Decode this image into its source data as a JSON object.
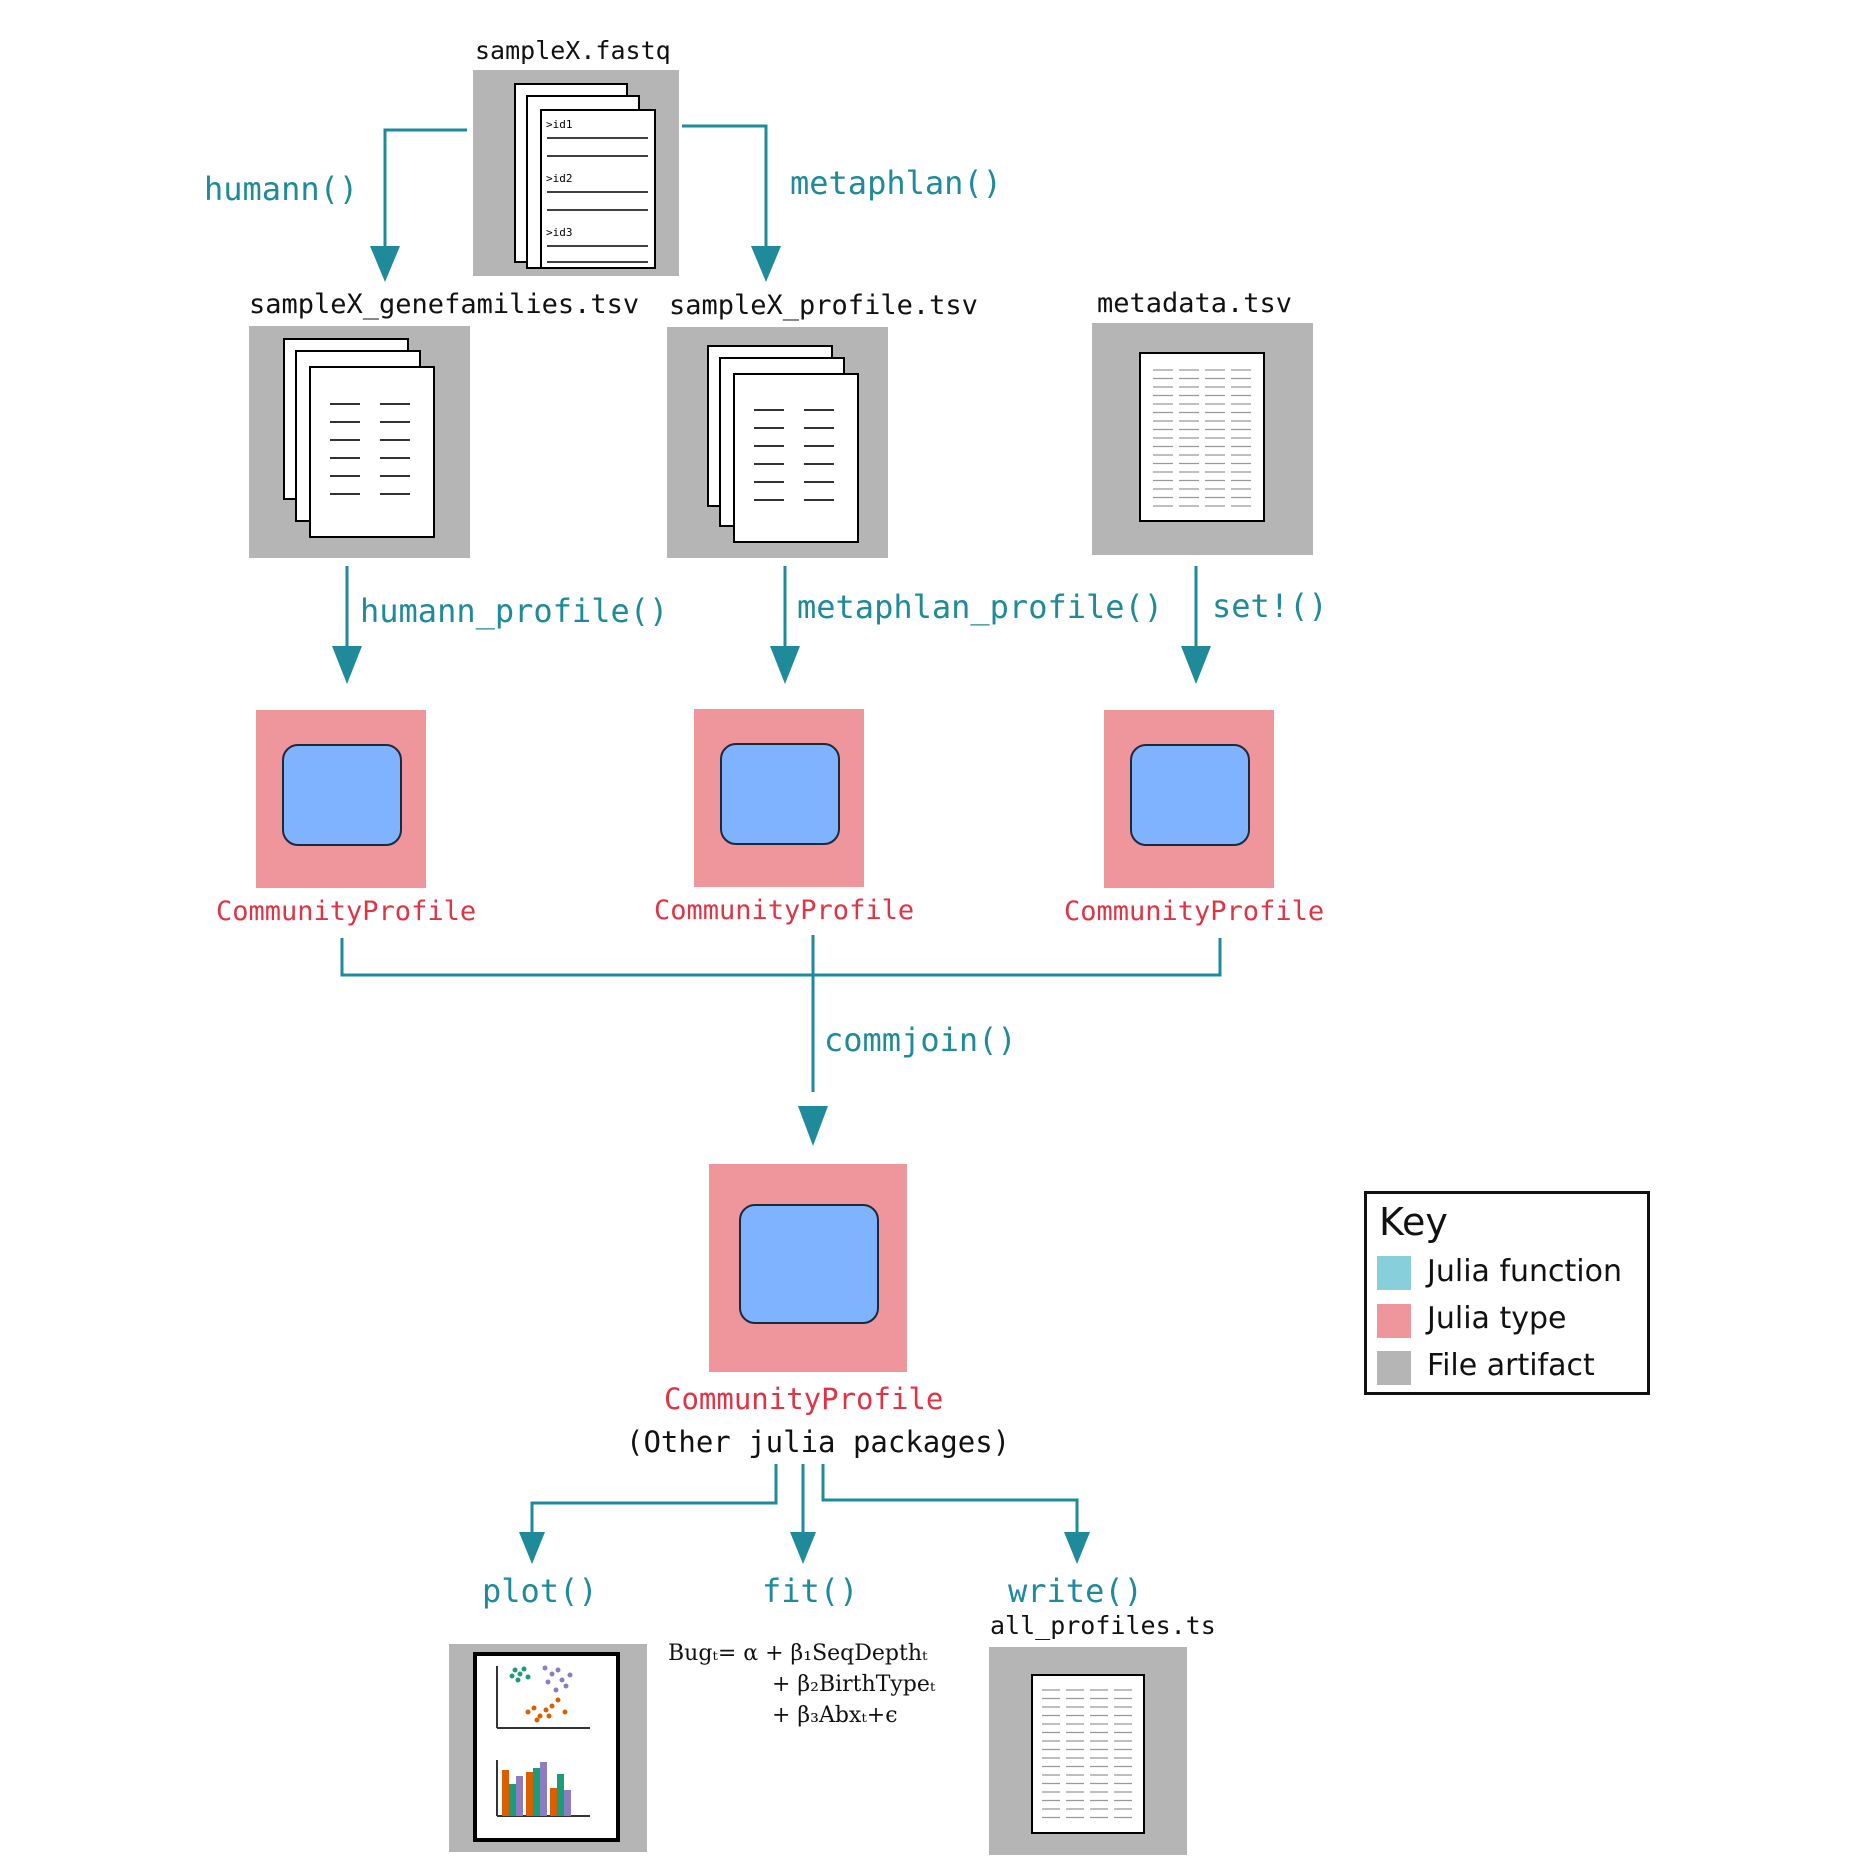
{
  "colors": {
    "function": "#1f8a99",
    "type": "#e03444",
    "type_fill": "#ee969b",
    "inner_fill": "#80b3ff",
    "file_fill": "#b5b5b5",
    "key_function": "#88cfdc"
  },
  "files": {
    "fastq": "sampleX.fastq",
    "genefamilies": "sampleX_genefamilies.tsv",
    "profile": "sampleX_profile.tsv",
    "metadata": "metadata.tsv",
    "all_profiles": "all_profiles.ts"
  },
  "fastq_ids": [
    ">id1",
    ">id2",
    ">id3"
  ],
  "functions": {
    "humann": "humann()",
    "metaphlan": "metaphlan()",
    "humann_profile": "humann_profile()",
    "metaphlan_profile": "metaphlan_profile()",
    "set": "set!()",
    "commjoin": "commjoin()",
    "plot": "plot()",
    "fit": "fit()",
    "write": "write()"
  },
  "types": {
    "cp1": "CommunityProfile",
    "cp2": "CommunityProfile",
    "cp3": "CommunityProfile",
    "cp_final": "CommunityProfile"
  },
  "other_packages": "(Other julia packages)",
  "equation": {
    "line1": "Bugₜ= α + β₁SeqDepthₜ",
    "line2": "+ β₂BirthTypeₜ",
    "line3": "+ β₃Abxₜ+ϵ"
  },
  "key": {
    "title": "Key",
    "items": [
      {
        "label": "Julia function",
        "color": "#88cfdc"
      },
      {
        "label": "Julia type",
        "color": "#ee969b"
      },
      {
        "label": "File artifact",
        "color": "#b5b5b5"
      }
    ]
  }
}
